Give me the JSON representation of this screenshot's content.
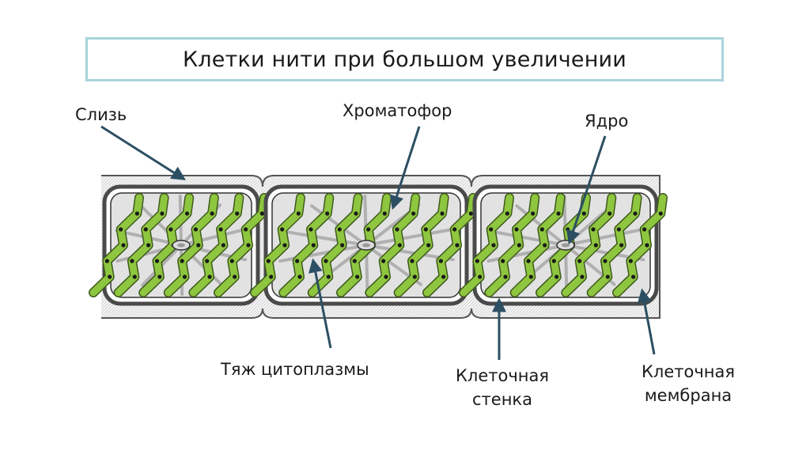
{
  "title": "Клетки нити при большом увеличении",
  "labels": {
    "mucus": "Слизь",
    "chromatophore": "Хроматофор",
    "nucleus": "Ядро",
    "cytoplasm_strand": "Тяж цитоплазмы",
    "cell_wall_line1": "Клеточная",
    "cell_wall_line2": "стенка",
    "cell_membrane_line1": "Клеточная",
    "cell_membrane_line2": "мембрана"
  },
  "colors": {
    "title_border": "#a9d4dc",
    "chloroplast": "#8ec63f",
    "chloroplast_outline": "#3e5a1c",
    "pyrenoid": "#1a1a1a",
    "arrow": "#2c4f63",
    "cell_wall": "#4a4a4a",
    "cytoplasm": "#e2e2e2"
  }
}
